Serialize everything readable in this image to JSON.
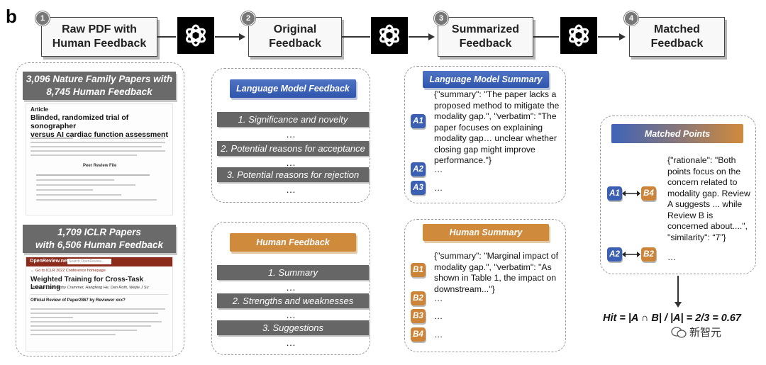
{
  "panel_label": "b",
  "pipeline": {
    "stages": [
      {
        "num": "1",
        "label": "Raw PDF with\nHuman Feedback"
      },
      {
        "num": "2",
        "label": "Original\nFeedback"
      },
      {
        "num": "3",
        "label": "Summarized\nFeedback"
      },
      {
        "num": "4",
        "label": "Matched\nFeedback"
      }
    ],
    "model_icon": "openai-logo-icon"
  },
  "sources": {
    "nature_header": "3,096 Nature Family Papers with\n8,745 Human Feedback",
    "nature_article_type": "Article",
    "nature_article_title": "Blinded, randomized trial of sonographer\nversus AI cardiac function assessment",
    "nature_peer_review": "Peer Review File",
    "iclr_header": "1,709 ICLR Papers\nwith 6,506 Human Feedback",
    "openreview_brand": "OpenReview.net",
    "openreview_search": "Search OpenReview...",
    "iclr_conf_link": "← Go to ICLR 2022 Conference homepage",
    "iclr_paper_title": "Weighted Training for Cross-Task Learning",
    "iclr_authors": "Shuxiao Chen, Koby Crammer, Hangfeng He, Dan Roth, Weijie J Su",
    "iclr_review_heading": "Official Review of Paper2867 by Reviewer xxx?"
  },
  "original_feedback": {
    "lm_header": "Language Model Feedback",
    "lm_items": [
      "1. Significance and novelty",
      "2. Potential reasons for acceptance",
      "3. Potential reasons for rejection"
    ],
    "human_header": "Human Feedback",
    "human_items": [
      "1. Summary",
      "2. Strengths and weaknesses",
      "3. Suggestions"
    ],
    "ellipsis": "…"
  },
  "summaries": {
    "lm_header": "Language Model Summary",
    "lm_entries": [
      {
        "badge": "A1",
        "text": "{\"summary\": \"The paper lacks a\nproposed method to mitigate the\nmodality gap.\", \"verbatim\": \"The\npaper focuses on explaining\nmodality gap… unclear whether\nclosing gap might improve\nperformance.\"}"
      },
      {
        "badge": "A2",
        "text": "…"
      },
      {
        "badge": "A3",
        "text": "…"
      }
    ],
    "human_header": "Human Summary",
    "human_entries": [
      {
        "badge": "B1",
        "text": "{\"summary\": \"Marginal impact of\nmodality gap.\", \"verbatim\": \"As\nshown in Table 1, the impact on\ndownstream...\"}"
      },
      {
        "badge": "B2",
        "text": "…"
      },
      {
        "badge": "B3",
        "text": "…"
      },
      {
        "badge": "B4",
        "text": "…"
      }
    ]
  },
  "matched": {
    "header": "Matched Points",
    "pair1": {
      "a": "A1",
      "b": "B4",
      "text": "{\"rationale\": \"Both\npoints focus on the\nconcern related to\nmodality gap. Review\nA suggests ... while\nReview B is\nconcerned about....\",\n\"similarity\": “7”}"
    },
    "pair2": {
      "a": "A2",
      "b": "B2",
      "text": "…"
    },
    "hit_formula": "Hit = |A ∩ B| / |A| = 2/3 = 0.67"
  },
  "watermark": "新智元",
  "colors": {
    "blue": "#3b5fb3",
    "orange": "#cc8438",
    "dark_gray": "#666666"
  }
}
